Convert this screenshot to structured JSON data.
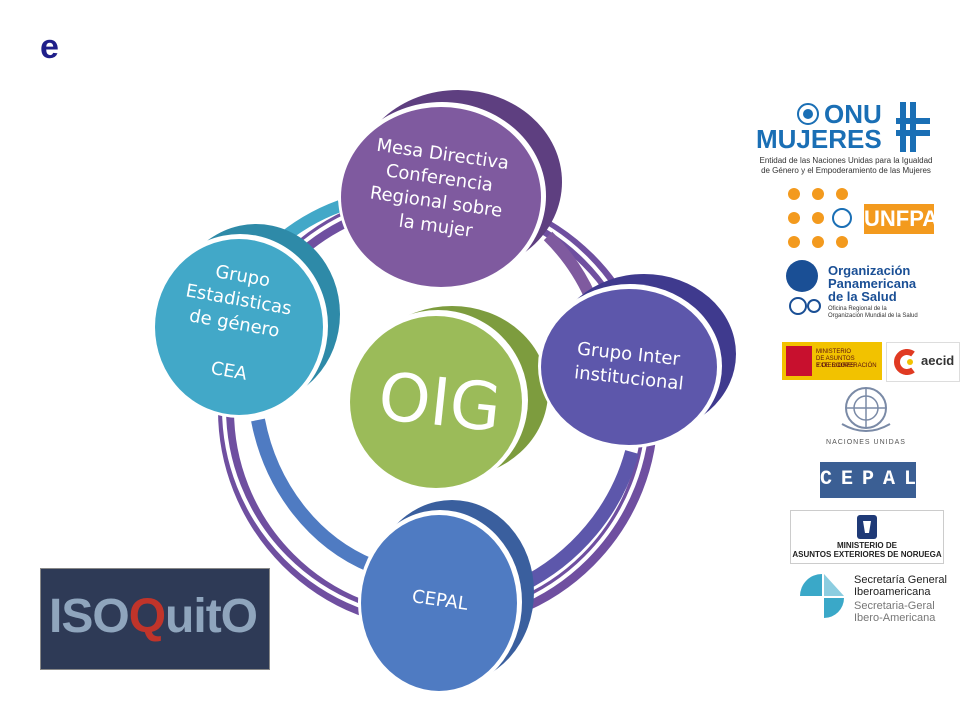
{
  "page": {
    "title": "e"
  },
  "diagram": {
    "center": {
      "label": "OIG",
      "color": "#9bbb59"
    },
    "nodes": [
      {
        "id": "mesa",
        "lines": [
          "Mesa Directiva",
          "Conferencia",
          "Regional sobre",
          "la mujer"
        ],
        "color": "#7f5a9f"
      },
      {
        "id": "grupo-inter",
        "lines": [
          "Grupo Inter",
          "institucional"
        ],
        "color": "#5d57ab"
      },
      {
        "id": "cepal",
        "lines": [
          "CEPAL"
        ],
        "color": "#4f7bc2"
      },
      {
        "id": "grupo-est",
        "lines": [
          "Grupo",
          "Estadisticas",
          "de género",
          "",
          "CEA"
        ],
        "color": "#42a8c8"
      }
    ]
  },
  "logos": {
    "isoquito": {
      "pre": "ISO",
      "q": "Q",
      "post": "uitO"
    },
    "onu_mujeres": {
      "line1": "ONU",
      "line2": "MUJERES",
      "sub1": "Entidad de las Naciones Unidas para la Igualdad",
      "sub2": "de Género y el Empoderamiento de las Mujeres",
      "color": "#1a6fb5"
    },
    "unfpa": {
      "text": "UNFPA",
      "color": "#f39a1e"
    },
    "ops": {
      "line1": "Organización",
      "line2": "Panamericana",
      "line3": "de la Salud",
      "sub1": "Oficina Regional de la",
      "sub2": "Organización Mundial de la Salud"
    },
    "ministerio_es": {
      "line1": "MINISTERIO",
      "line2": "DE ASUNTOS EXTERIORES",
      "line3": "Y DE COOPERACIÓN"
    },
    "aecid": {
      "text": "aecid"
    },
    "naciones_unidas": {
      "text": "NACIONES UNIDAS"
    },
    "cepal": {
      "text": "CEPAL"
    },
    "noruega": {
      "line1": "MINISTERIO DE",
      "line2": "ASUNTOS EXTERIORES DE NORUEGA"
    },
    "segib": {
      "line1": "Secretaría General",
      "line2": "Iberoamericana",
      "line3": "Secretaria-Geral",
      "line4": "Ibero-Americana"
    }
  }
}
